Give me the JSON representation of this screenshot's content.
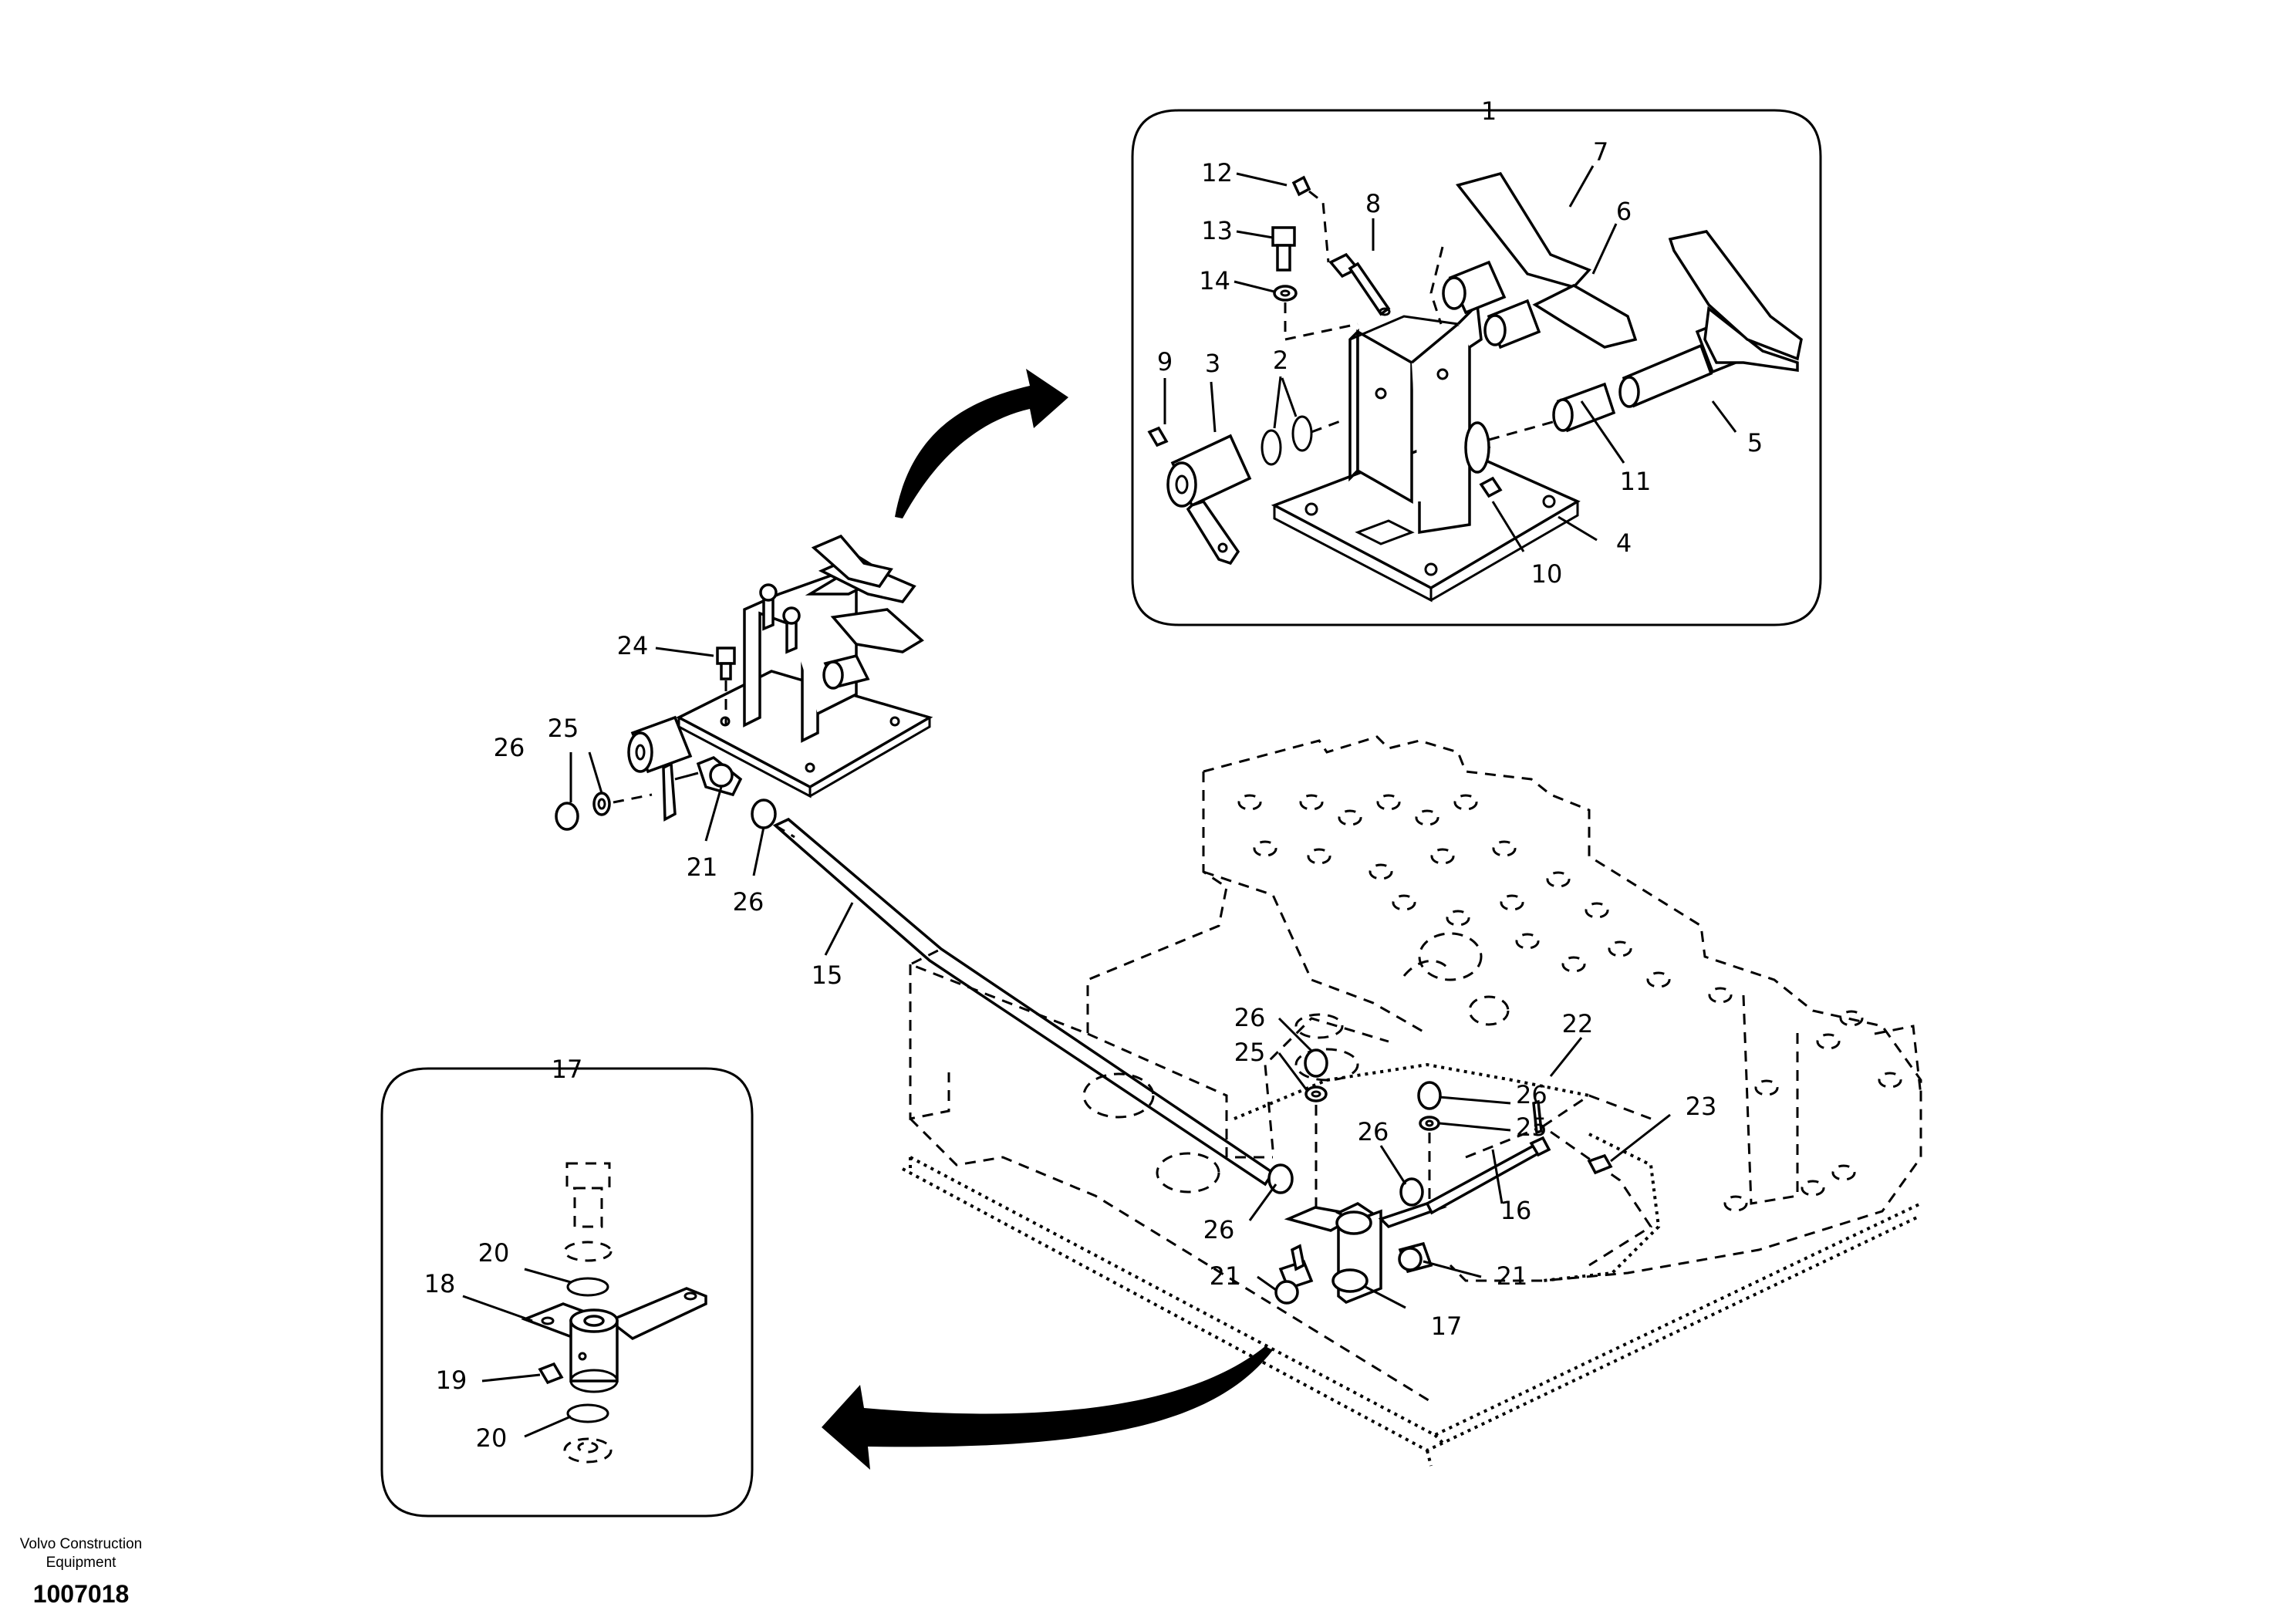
{
  "diagram": {
    "callouts": [
      "1",
      "2",
      "3",
      "4",
      "5",
      "6",
      "7",
      "8",
      "9",
      "10",
      "11",
      "12",
      "13",
      "14",
      "15",
      "16",
      "17",
      "18",
      "19",
      "20",
      "21",
      "22",
      "23",
      "24",
      "25",
      "26"
    ],
    "detail_1": {
      "title": "1"
    },
    "detail_17": {
      "title": "17"
    }
  },
  "footer": {
    "brand": "Volvo Construction Equipment",
    "drawing_number": "1007018"
  }
}
